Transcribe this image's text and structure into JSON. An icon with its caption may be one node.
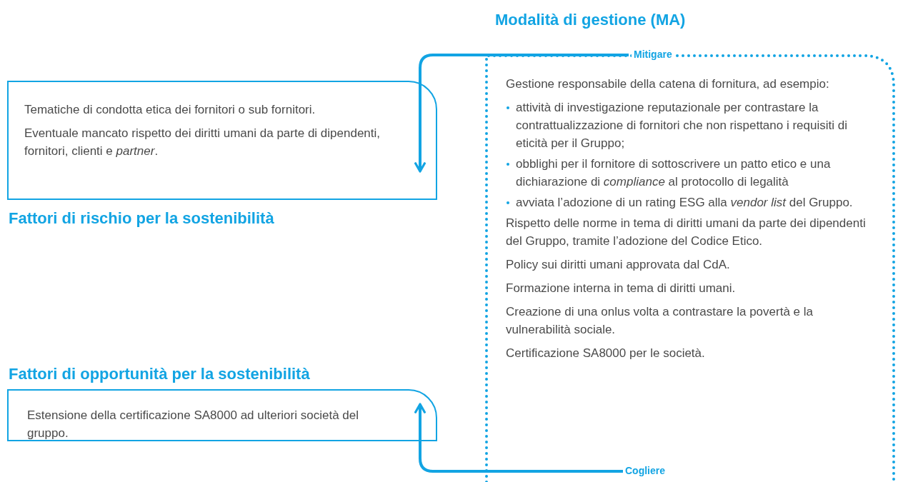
{
  "diagram": {
    "nodes": [
      {
        "text": [
          "Tematiche di condotta etica dei fornitori o sub fornitori.",
          "Eventuale mancato rispetto dei diritti umani da parte di dipendenti, fornitori, clienti e *partner*.",
          "Fattori di rischio per la sostenibilità"
        ]
      },
      {
        "text": [
          "Fattori di opportunità per la sostenibilità",
          "Estensione della certificazione SA8000 ad ulteriori società del gruppo."
        ]
      },
      {
        "text": [
          "Modalità di gestione (MA)",
          "Gestione responsabile della catena di fornitura, ad esempio:",
          "attività di investigazione reputazionale per contrastare la contrattualizzazione di fornitori che non rispettano i requisiti di eticità per il Gruppo;",
          "obblighi per il fornitore di sottoscrivere un patto etico e una dichiarazione di *compliance* al protocollo di legalità",
          "avviata l’adozione di un rating ESG alla *vendor list* del Gruppo.",
          "Rispetto delle norme in tema di diritti umani da parte dei dipendenti del Gruppo, tramite l’adozione del Codice Etico.",
          "Policy sui diritti umani approvata dal CdA.",
          "Formazione interna in tema di diritti umani.",
          "Creazione di una onlus volta a contrastare la povertà e la vulnerabilità sociale.",
          "Certificazione SA8000 per le società."
        ]
      }
    ],
    "edges": [
      {
        "from": 2,
        "to": 0,
        "arrow": "to",
        "label": "Mitigare"
      },
      {
        "from": 2,
        "to": 1,
        "arrow": "to",
        "label": "Cogliere"
      }
    ]
  }
}
